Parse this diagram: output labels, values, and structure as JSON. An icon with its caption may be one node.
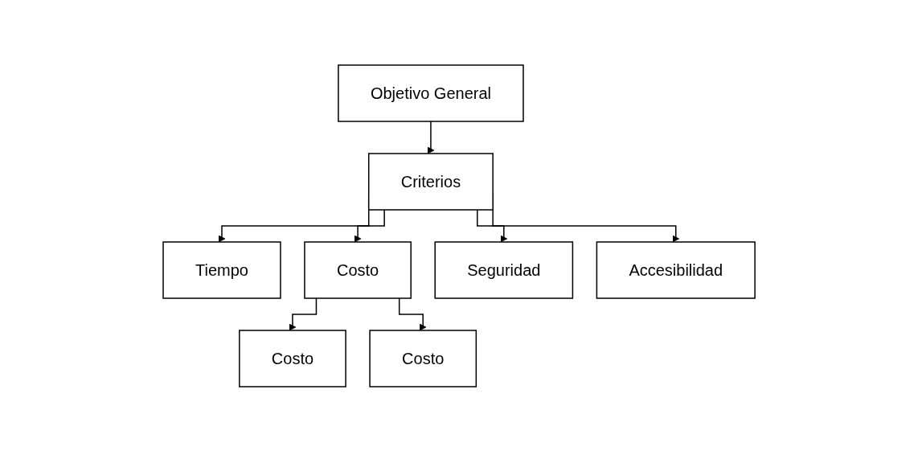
{
  "diagram": {
    "nodes": [
      {
        "text": [
          "Objetivo General"
        ]
      },
      {
        "text": [
          "Criterios"
        ]
      },
      {
        "text": [
          "Tiempo"
        ]
      },
      {
        "text": [
          "Costo"
        ]
      },
      {
        "text": [
          "Seguridad"
        ]
      },
      {
        "text": [
          "Accesibilidad"
        ]
      },
      {
        "text": [
          "Costo"
        ]
      },
      {
        "text": [
          "Costo"
        ]
      }
    ],
    "edges": [
      {
        "from": 0,
        "to": 1,
        "arrow": "to"
      },
      {
        "from": 1,
        "to": 2,
        "arrow": "to"
      },
      {
        "from": 1,
        "to": 3,
        "arrow": "to"
      },
      {
        "from": 1,
        "to": 4,
        "arrow": "to"
      },
      {
        "from": 1,
        "to": 5,
        "arrow": "to"
      },
      {
        "from": 3,
        "to": 6,
        "arrow": "to"
      },
      {
        "from": 3,
        "to": 7,
        "arrow": "to"
      }
    ]
  }
}
